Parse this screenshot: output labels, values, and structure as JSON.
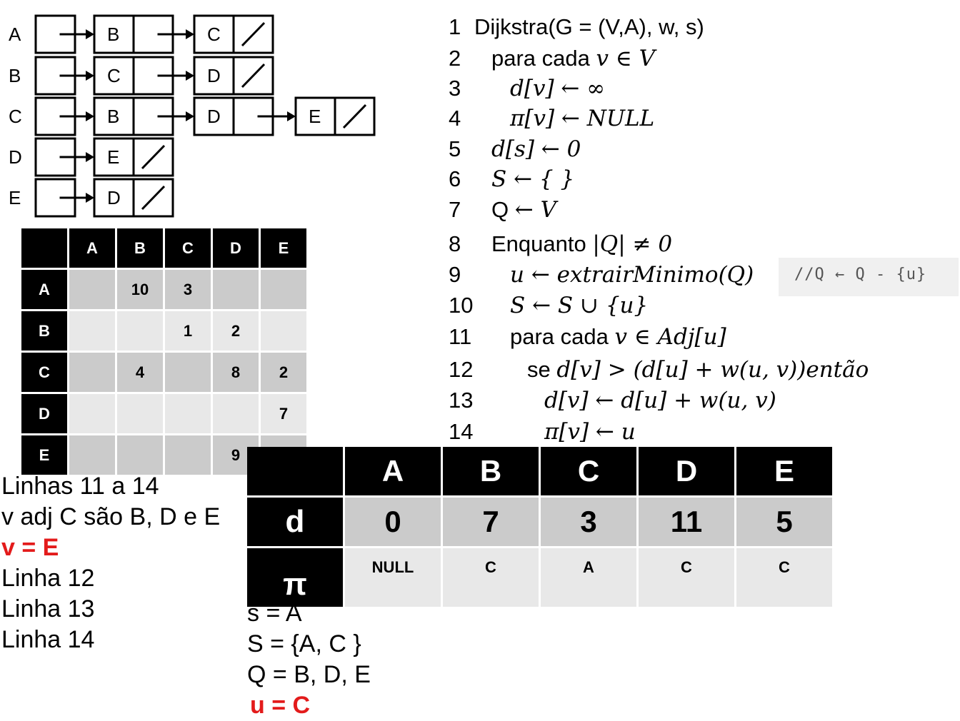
{
  "adjacency": {
    "rows": [
      {
        "vertex": "A",
        "nodes": [
          "B",
          "C"
        ]
      },
      {
        "vertex": "B",
        "nodes": [
          "C",
          "D"
        ]
      },
      {
        "vertex": "C",
        "nodes": [
          "B",
          "D",
          "E"
        ]
      },
      {
        "vertex": "D",
        "nodes": [
          "E"
        ]
      },
      {
        "vertex": "E",
        "nodes": [
          "D"
        ]
      }
    ]
  },
  "code": {
    "lines": [
      {
        "n": "1",
        "text": "Dijkstra(G = (V,A), w, s)"
      },
      {
        "n": "2",
        "pre": "para cada ",
        "math": "v ∈ V"
      },
      {
        "n": "3",
        "math": "d[v] ← ∞"
      },
      {
        "n": "4",
        "math": "π[v] ← NULL"
      },
      {
        "n": "5",
        "math": "d[s] ← 0"
      },
      {
        "n": "6",
        "math": "S ← { }"
      },
      {
        "n": "7",
        "pre": "Q ",
        "math": "← V"
      },
      {
        "n": "8",
        "pre": "Enquanto ",
        "math": "|Q| ≠ 0"
      },
      {
        "n": "9",
        "math": "u ← extrairMinimo(Q)"
      },
      {
        "n": "10",
        "math": "S ← S ∪ {u}"
      },
      {
        "n": "11",
        "pre": "para cada ",
        "math": "v ∈ Adj[u]"
      },
      {
        "n": "12",
        "pre": "se ",
        "math": "d[v] > (d[u] + w(u, v))então"
      },
      {
        "n": "13",
        "math": "d[v] ← d[u] + w(u, v)"
      },
      {
        "n": "14",
        "math": "π[v] ← u"
      }
    ],
    "comment": "//Q ← Q - {u}"
  },
  "weight_matrix": {
    "columns": [
      "A",
      "B",
      "C",
      "D",
      "E"
    ],
    "rows": [
      {
        "label": "A",
        "cells": [
          "",
          "10",
          "3",
          "",
          ""
        ]
      },
      {
        "label": "B",
        "cells": [
          "",
          "",
          "1",
          "2",
          ""
        ]
      },
      {
        "label": "C",
        "cells": [
          "",
          "4",
          "",
          "8",
          "2"
        ]
      },
      {
        "label": "D",
        "cells": [
          "",
          "",
          "",
          "",
          "7"
        ]
      },
      {
        "label": "E",
        "cells": [
          "",
          "",
          "",
          "9",
          ""
        ]
      }
    ]
  },
  "state_table": {
    "columns": [
      "A",
      "B",
      "C",
      "D",
      "E"
    ],
    "d_label": "d",
    "d": [
      "0",
      "7",
      "3",
      "11",
      "5"
    ],
    "pi_label": "π",
    "pi": [
      "NULL",
      "C",
      "A",
      "C",
      "C"
    ]
  },
  "notes_left": {
    "l1": "Linhas 11 a 14",
    "l2": "v adj C são B, D e E",
    "l3": "v = E",
    "l4": "Linha 12",
    "l5": "Linha 13",
    "l6": "Linha 14"
  },
  "notes_bottom": {
    "s": "s = A",
    "S": "S = {A, C }",
    "Q": "Q = B, D, E",
    "u": "u = C"
  },
  "colors": {
    "highlight": "#e31b1b",
    "header": "#000000",
    "cell_dark": "#cbcbcb",
    "cell_light": "#e8e8e8"
  }
}
